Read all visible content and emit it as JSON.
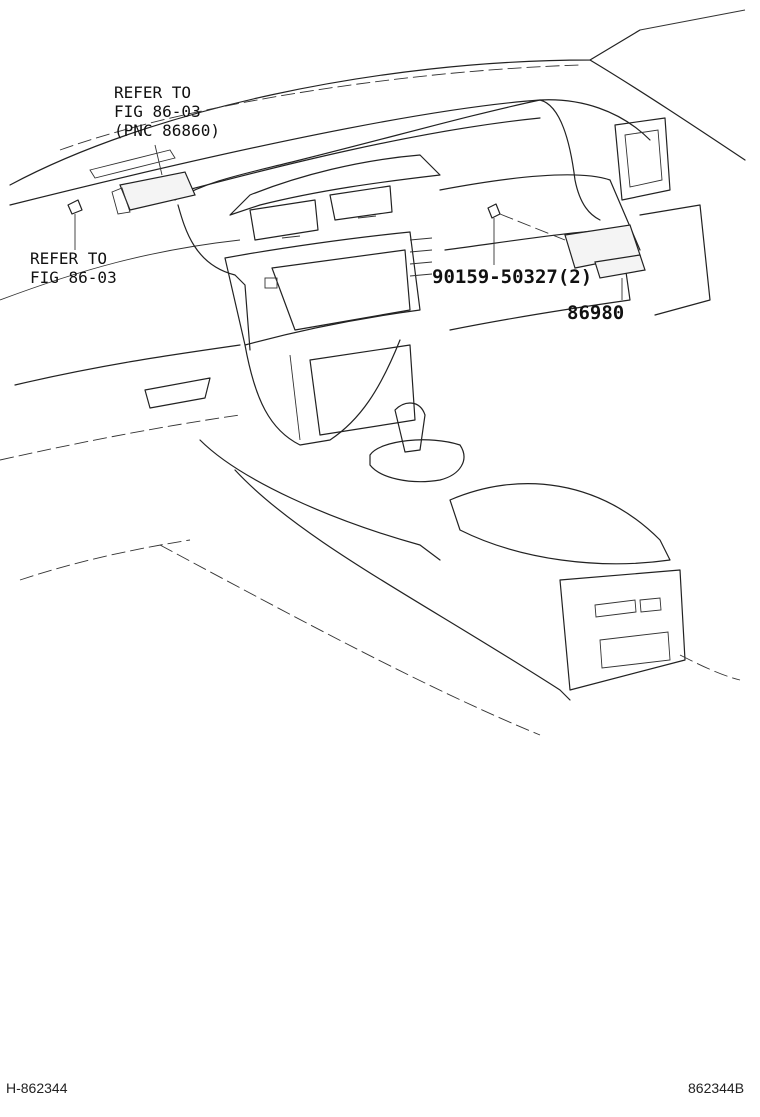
{
  "callouts": {
    "upper_left_1": "REFER TO",
    "upper_left_2": "FIG 86-03",
    "upper_left_3": "(PNC 86860)",
    "lower_left_1": "REFER TO",
    "lower_left_2": "FIG 86-03",
    "bolt": "90159-50327(2)",
    "module": "86980"
  },
  "footer": {
    "left": "H-862344",
    "right": "862344B"
  }
}
